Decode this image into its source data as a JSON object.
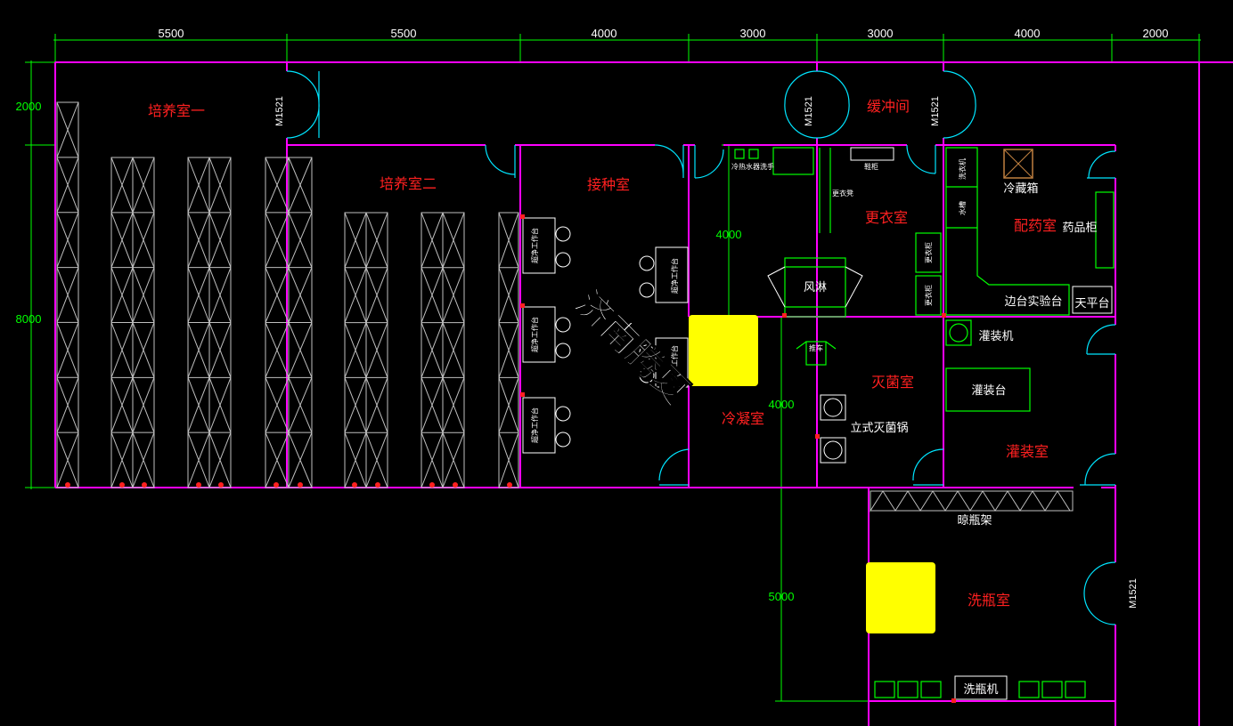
{
  "dimensions": {
    "top": [
      "5500",
      "5500",
      "4000",
      "3000",
      "3000",
      "4000",
      "2000"
    ],
    "left": [
      "2000",
      "8000"
    ],
    "inner_4000_a": "4000",
    "inner_4000_b": "4000",
    "inner_5000": "5000"
  },
  "rooms": {
    "culture_room_1": "培养室一",
    "culture_room_2": "培养室二",
    "inoculation_room": "接种室",
    "buffer_room": "缓冲间",
    "dressing_room": "更衣室",
    "dispensing_room": "配药室",
    "cooling_room": "冷凝室",
    "sterilization_room": "灭菌室",
    "filling_room": "灌装室",
    "bottle_wash_room": "洗瓶室"
  },
  "equipment": {
    "air_shower": "风淋",
    "filling_machine": "灌装机",
    "filling_table": "灌装台",
    "vertical_sterilizer": "立式灭菌锅",
    "bench_lab_table": "边台实验台",
    "balance_table": "天平台",
    "refrigerator": "冷藏箱",
    "medicine_cabinet": "药品柜",
    "bottle_rack": "晾瓶架",
    "bottle_washer": "洗瓶机",
    "dressing_cabinet_1": "更衣柜",
    "dressing_cabinet_2": "更衣柜",
    "shoe_cabinet": "更衣凳",
    "shoe_rack": "鞋柜",
    "washer": "洗衣机",
    "water_dispenser": "水槽",
    "sink_label": "冷热水器洗手",
    "clean_bench_labels": [
      "超净工作台",
      "超净工作台",
      "超净工作台",
      "超净工作台",
      "超净工作台"
    ],
    "small_box": "推车"
  },
  "door_tags": [
    "M1521",
    "M1521",
    "M1521",
    "M1521"
  ],
  "watermark": "济南腾夏",
  "colors": {
    "wall": "#ff00ff",
    "door": "#00e5ff",
    "dimension": "#00ff00",
    "room_text": "#ff2020",
    "rack": "#bfbfbf",
    "highlight": "#ffff00"
  }
}
